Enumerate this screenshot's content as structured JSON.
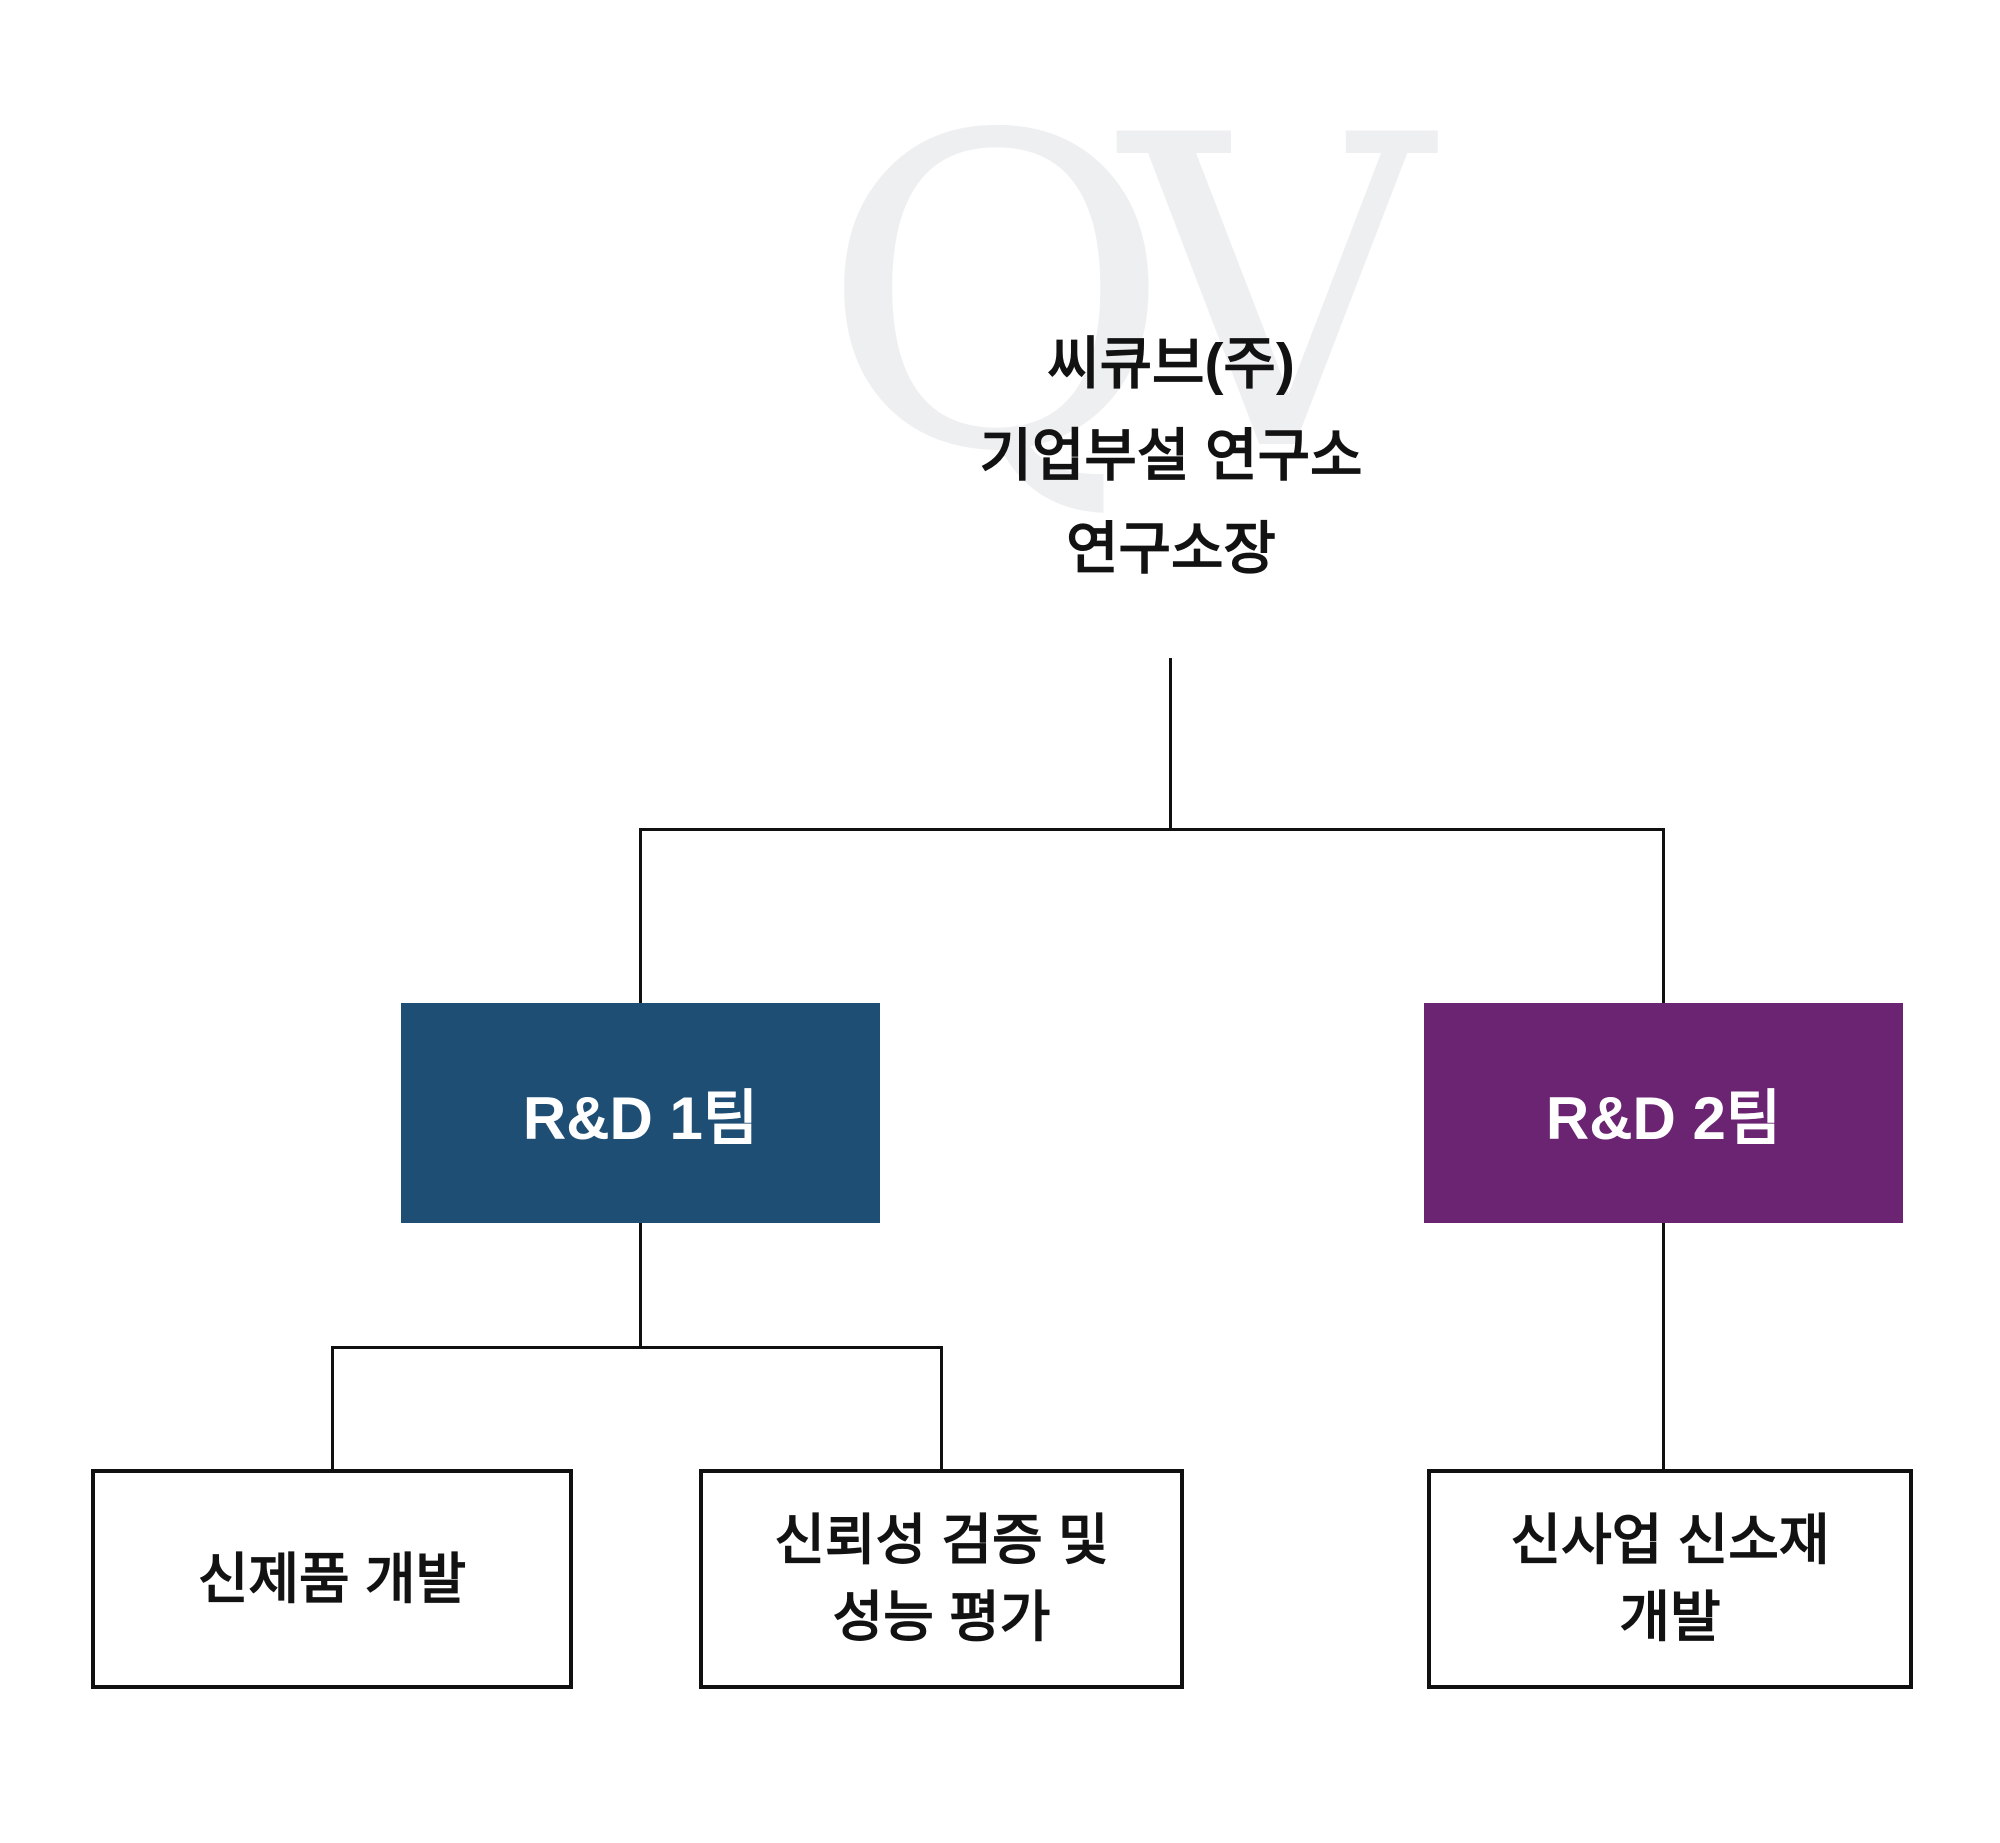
{
  "diagram": {
    "type": "org-chart",
    "watermark_text": "QV",
    "root": {
      "title": "씨큐브(주)\n기업부설 연구소\n연구소장"
    },
    "teams": [
      {
        "label": "R&D 1팀",
        "color": "#1f4e74"
      },
      {
        "label": "R&D 2팀",
        "color": "#6a2472"
      }
    ],
    "leaves": [
      {
        "label": "신제품 개발",
        "parent": "R&D 1팀"
      },
      {
        "label": "신뢰성 검증 및\n성능 평가",
        "parent": "R&D 1팀"
      },
      {
        "label": "신사업 신소재\n개발",
        "parent": "R&D 2팀"
      }
    ],
    "colors": {
      "line": "#101010",
      "team1_bg": "#1f4e74",
      "team2_bg": "#6a2472",
      "leaf_border": "#101010",
      "watermark": "#edeff1"
    }
  }
}
